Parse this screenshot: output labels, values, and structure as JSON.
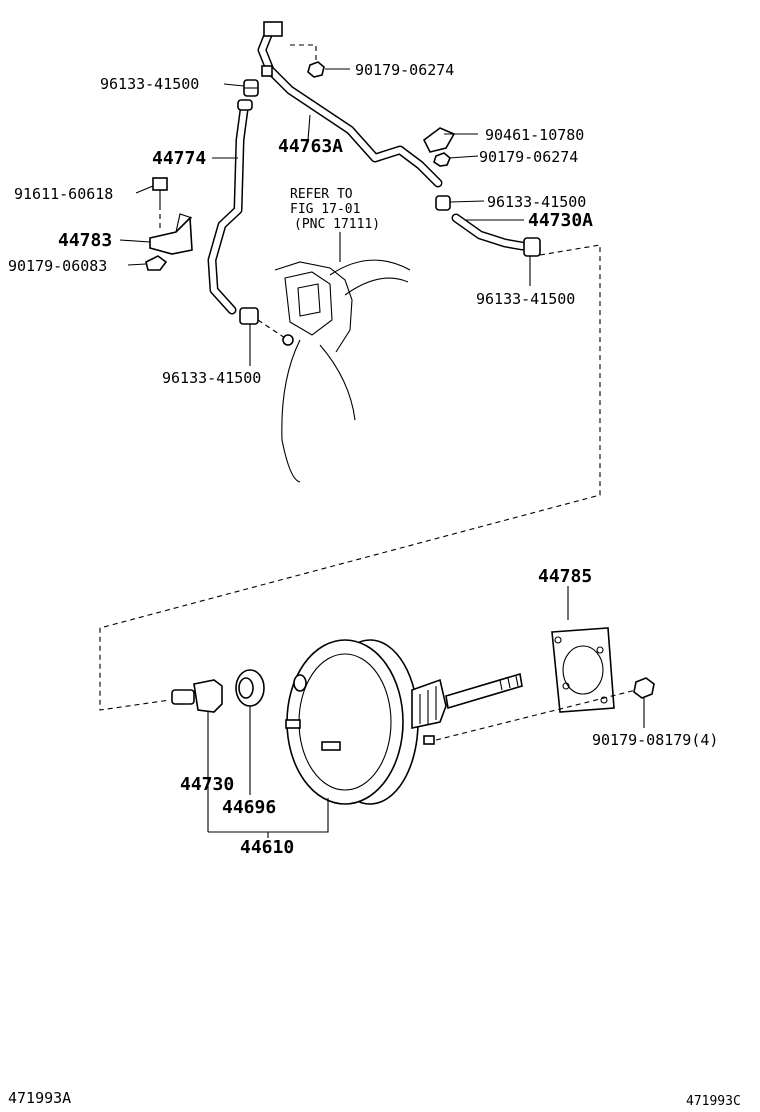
{
  "labels": {
    "p90179_06274_top": "90179-06274",
    "p96133_41500_a": "96133-41500",
    "p44774": "44774",
    "p44763A": "44763A",
    "p90461_10780": "90461-10780",
    "p90179_06274_b": "90179-06274",
    "p91611_60618": "91611-60618",
    "p96133_41500_b": "96133-41500",
    "p44730A": "44730A",
    "p44783": "44783",
    "p90179_06083": "90179-06083",
    "p96133_41500_c": "96133-41500",
    "p96133_41500_d": "96133-41500",
    "p44785": "44785",
    "p90179_08179": "90179-08179(4)",
    "p44730": "44730",
    "p44696": "44696",
    "p44610": "44610"
  },
  "refer": {
    "line1": "REFER TO",
    "line2": "FIG 17-01",
    "line3": "(PNC 17111)"
  },
  "footer": {
    "left_code": "471993A",
    "right_code": "471993C"
  }
}
